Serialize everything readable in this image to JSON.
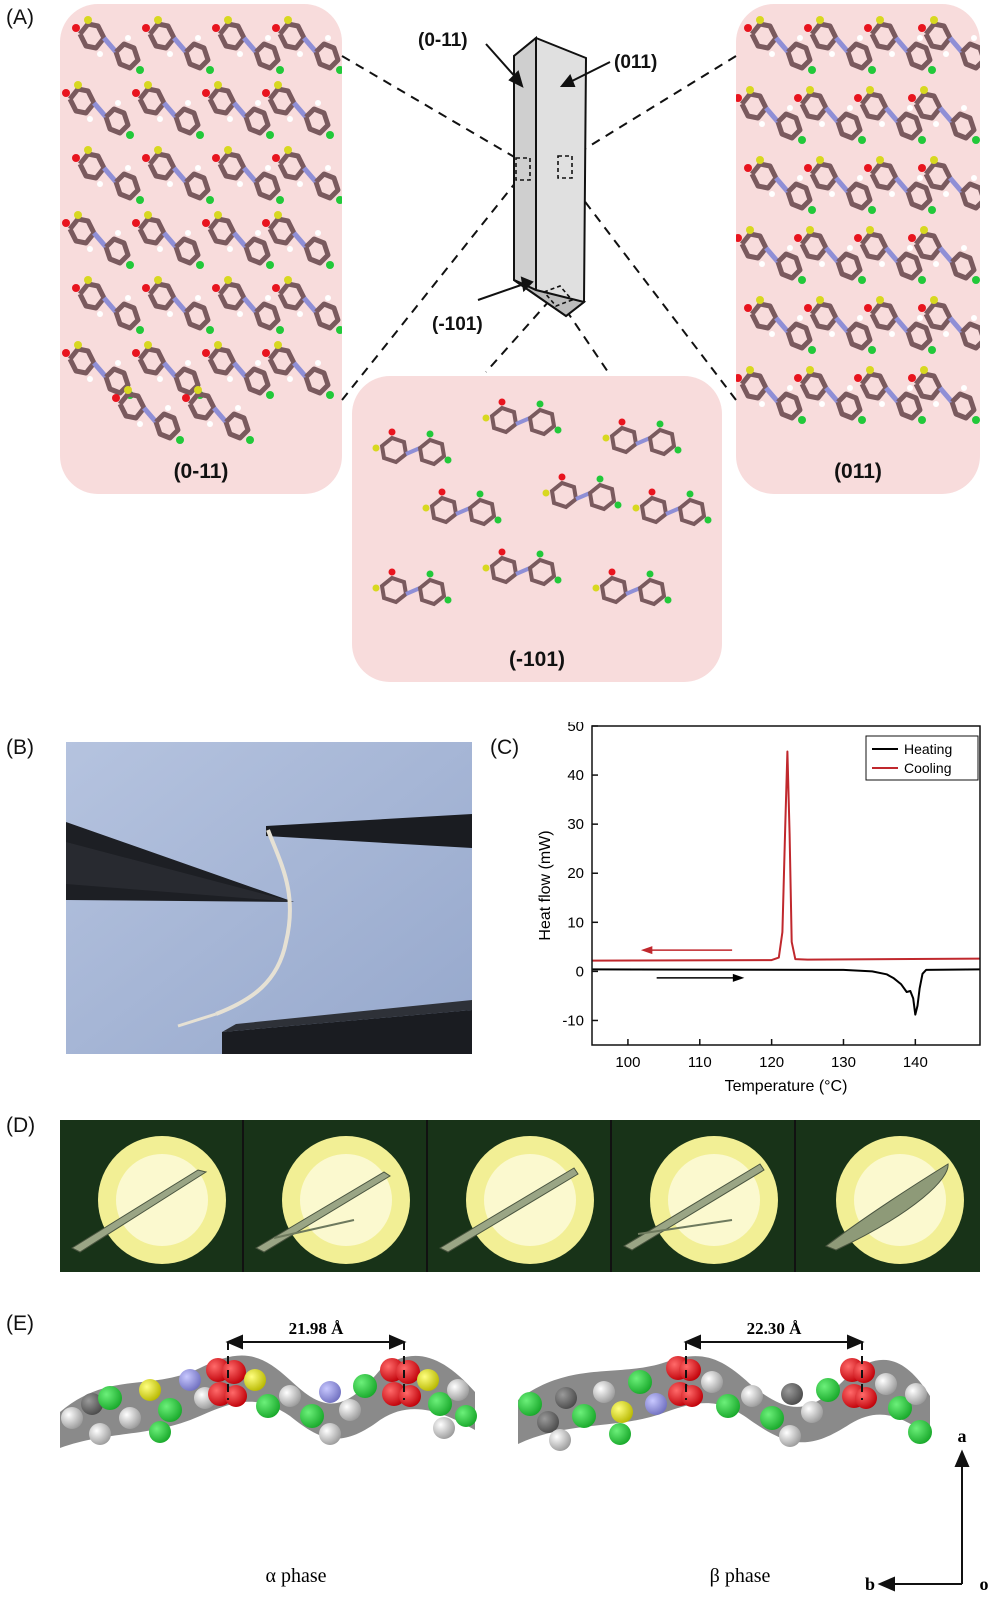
{
  "panels": {
    "a": "(A)",
    "b": "(B)",
    "c": "(C)",
    "d": "(D)",
    "e": "(E)"
  },
  "panel_a": {
    "face_left": "(0-11)",
    "face_right": "(011)",
    "face_bottom": "(-101)",
    "crystal_top_left": "(0-11)",
    "crystal_top_right": "(011)",
    "crystal_bottom": "(-101)"
  },
  "panel_e": {
    "alpha_distance": "21.98 Å",
    "beta_distance": "22.30 Å",
    "alpha_label": "α  phase",
    "beta_label": "β  phase",
    "axis_a": "a",
    "axis_b": "b",
    "axis_o": "o"
  },
  "colors": {
    "pink_background": "#f8dcdc",
    "heating": "#000000",
    "cooling": "#c0282d",
    "oxygen": "#e8141e",
    "chlorine": "#22c93a",
    "sulfur": "#d8d820",
    "nitrogen": "#8f8fd6",
    "hydrogen": "#c8c8c8"
  },
  "chart_data": {
    "type": "line",
    "title": "",
    "xlabel": "Temperature (°C)",
    "ylabel": "Heat flow (mW)",
    "xlim": [
      95,
      149
    ],
    "ylim": [
      -15,
      50
    ],
    "xticks": [
      100,
      110,
      120,
      130,
      140
    ],
    "yticks": [
      -10,
      0,
      10,
      20,
      30,
      40,
      50
    ],
    "legend_position": "top-right",
    "series": [
      {
        "name": "Heating",
        "color": "#000000",
        "x": [
          95,
          130,
          134,
          136,
          137,
          138,
          138.8,
          139.3,
          139.7,
          140.0,
          140.3,
          140.6,
          141.0,
          141.5,
          149
        ],
        "y": [
          0.4,
          0.3,
          0.0,
          -0.6,
          -1.4,
          -2.6,
          -4.2,
          -4.0,
          -5.5,
          -8.8,
          -7.0,
          -3.5,
          -0.5,
          0.3,
          0.4
        ]
      },
      {
        "name": "Cooling",
        "color": "#c0282d",
        "x": [
          95,
          120,
          121.0,
          121.5,
          121.9,
          122.2,
          122.5,
          122.8,
          123.3,
          125,
          149
        ],
        "y": [
          2.2,
          2.3,
          2.8,
          8.0,
          30.0,
          44.8,
          28.0,
          6.0,
          2.5,
          2.4,
          2.6
        ]
      }
    ]
  }
}
